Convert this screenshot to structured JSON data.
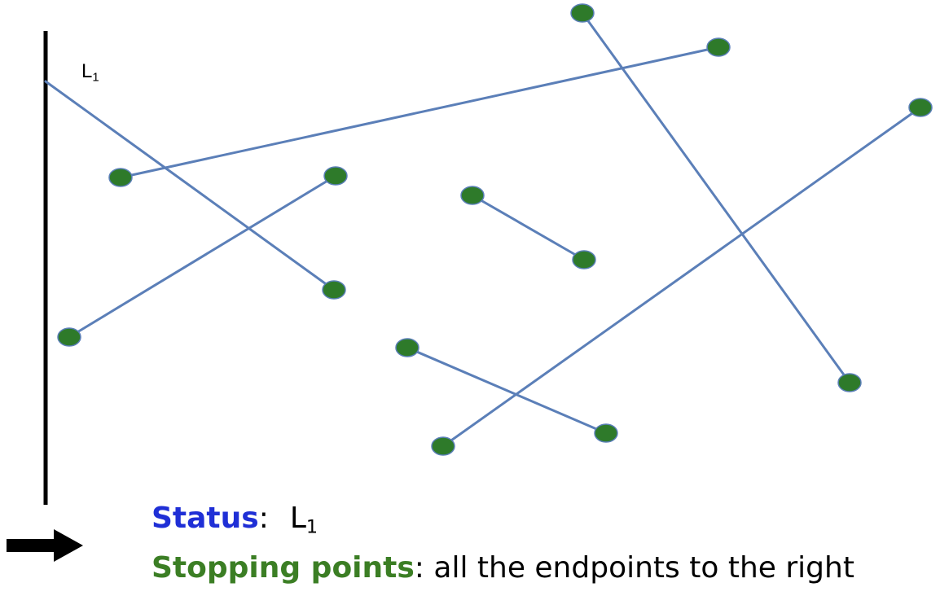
{
  "sweep_line": {
    "label": "L",
    "label_subscript": "1"
  },
  "status_panel": {
    "status_label": "Status",
    "status_sep": ":",
    "status_value": "L",
    "status_value_subscript": "1",
    "stopping_label": "Stopping points",
    "stopping_sep": ":",
    "stopping_value": " all the endpoints to the right"
  },
  "colors": {
    "segment": "#5b7fb8",
    "endpoint": "#2e7a2a",
    "status_label": "#1f2fd6",
    "stopping_label": "#3b7e24",
    "sweep_line": "#000000"
  },
  "icons": {
    "pointer": "right-arrow-icon"
  }
}
